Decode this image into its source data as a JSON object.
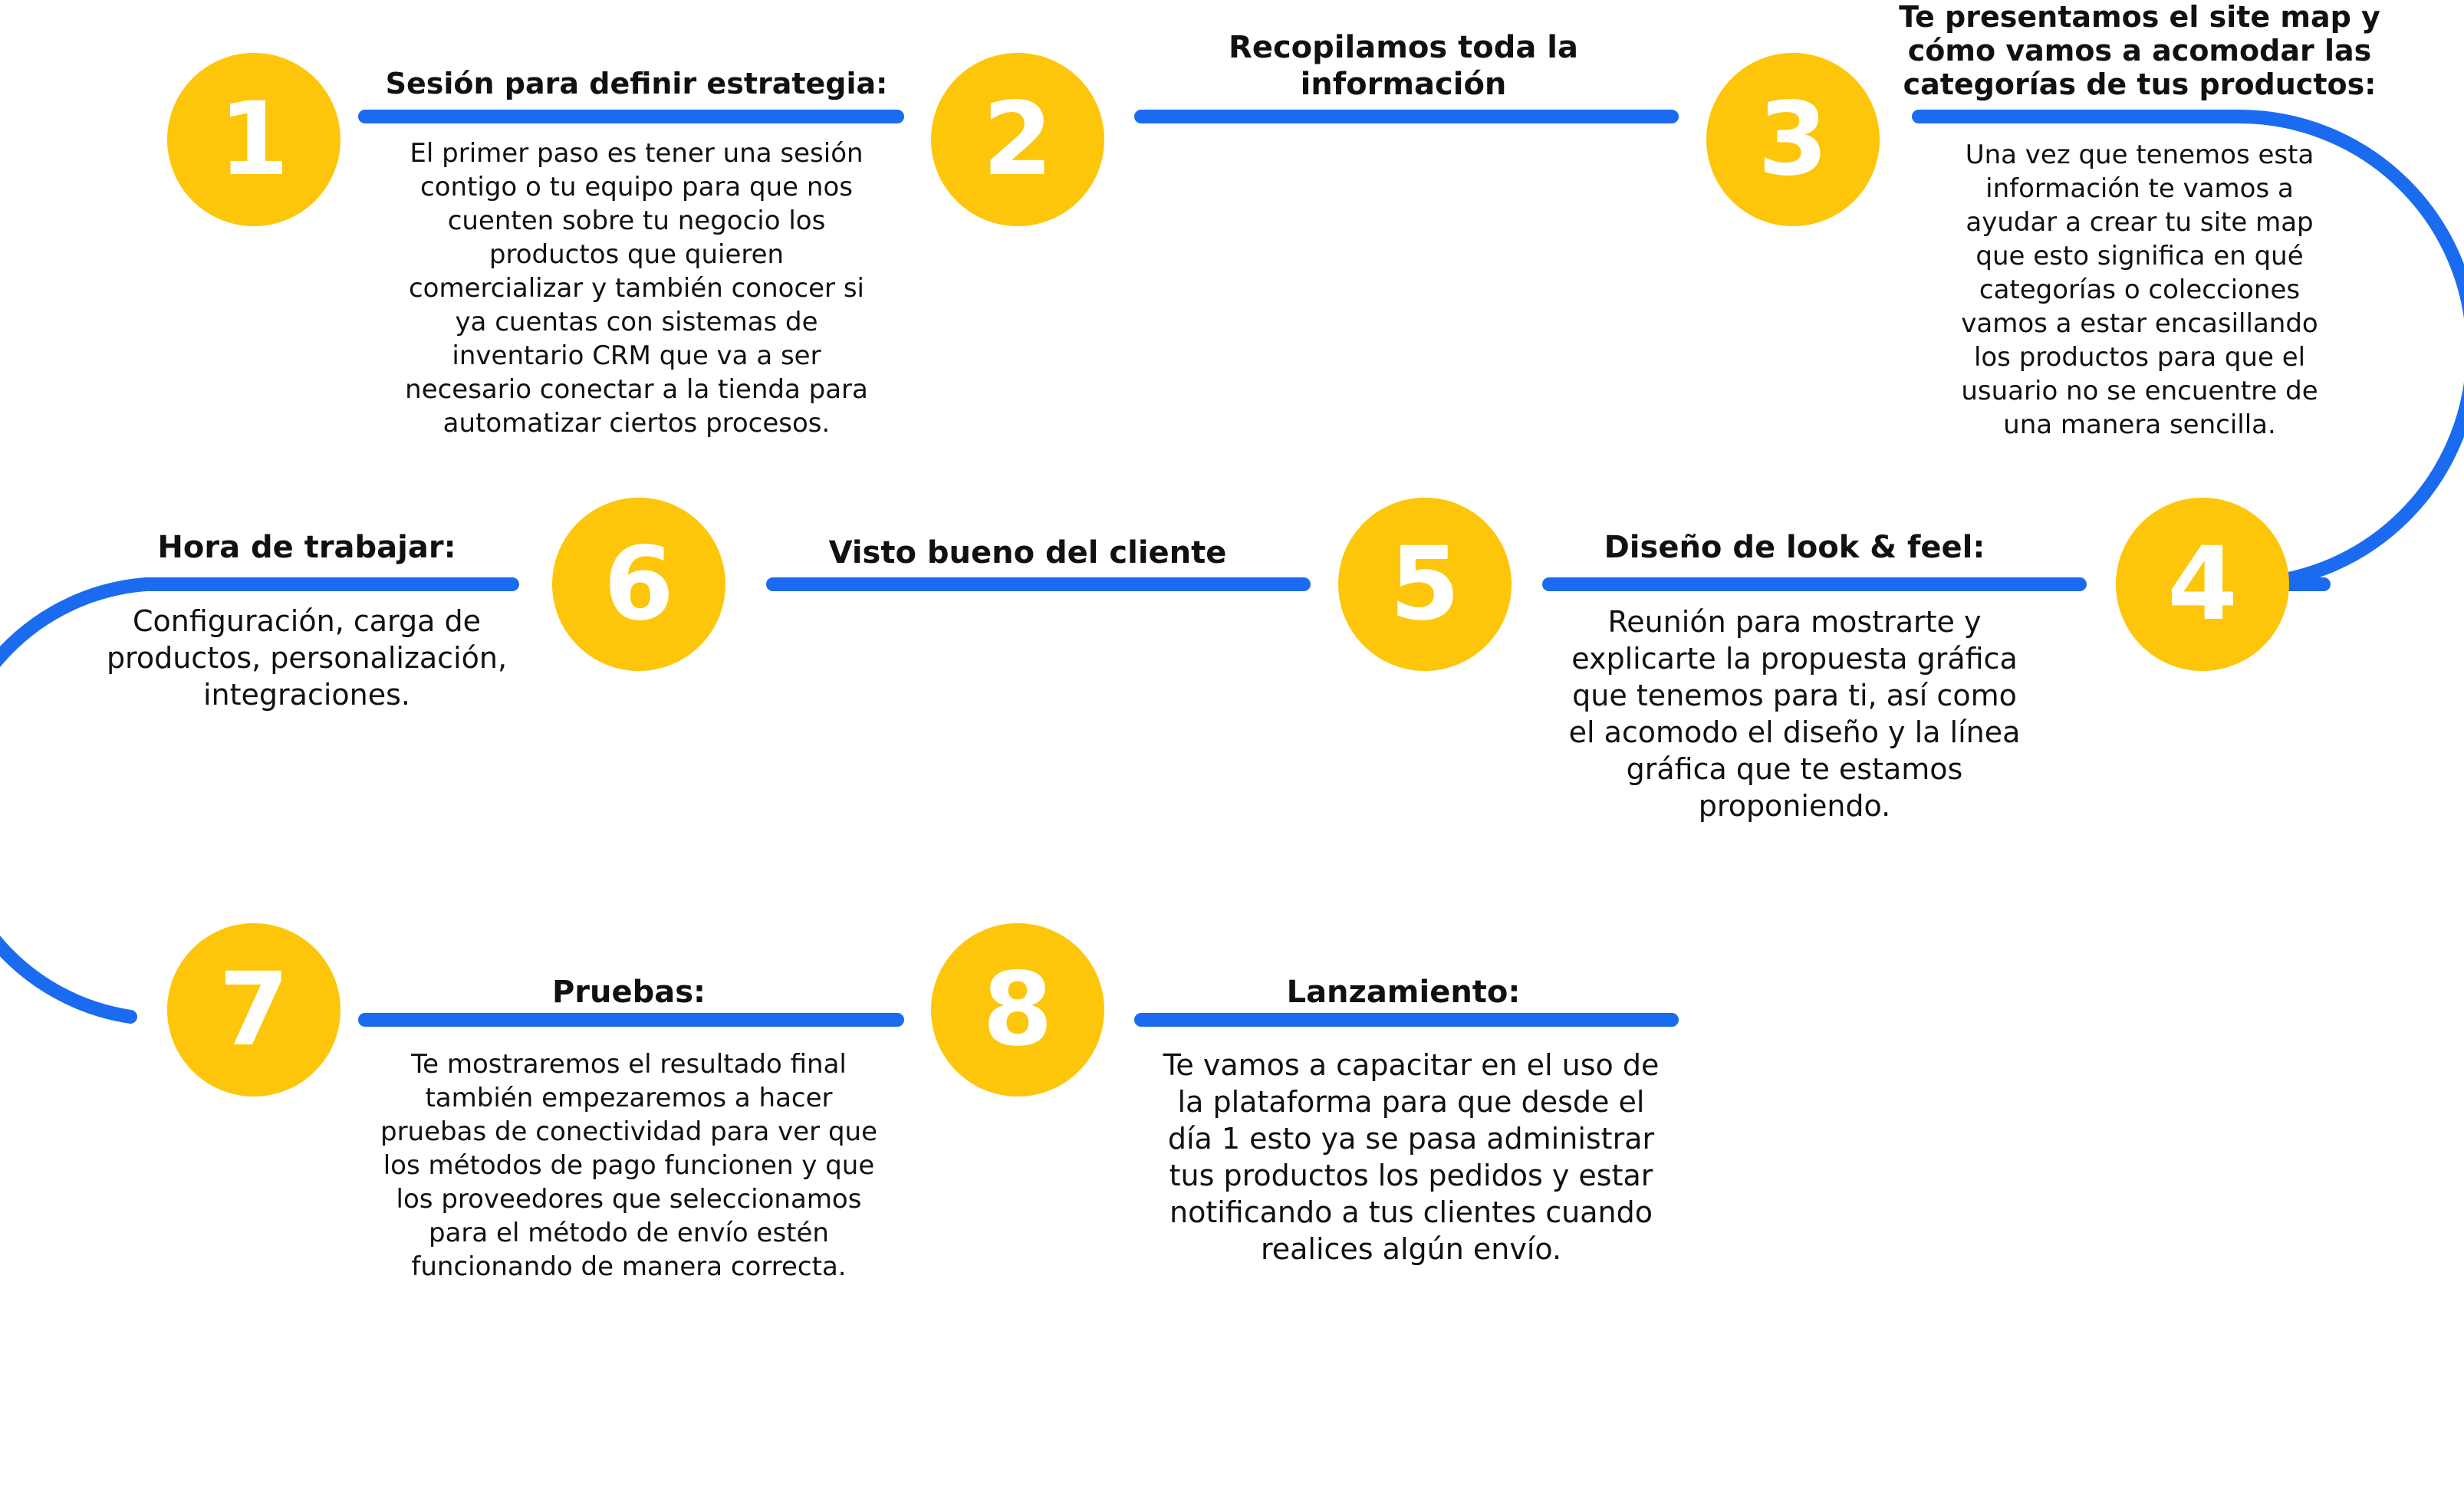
{
  "colors": {
    "circle": "#FEC60A",
    "number": "#FFFFFF",
    "connector": "#1A6BF0",
    "text": "#111111"
  },
  "steps": [
    {
      "number": "1",
      "title": "Sesión para definir estrategia:",
      "description": "El primer paso es tener una sesión\ncontigo o tu equipo para que nos\ncuenten sobre tu negocio los\nproductos que quieren\ncomercializar y también conocer si\nya cuentas con sistemas de\ninventario CRM que va a ser\nnecesario conectar a la tienda para\nautomatizar ciertos procesos."
    },
    {
      "number": "2",
      "title": "Recopilamos toda la\ninformación",
      "description": ""
    },
    {
      "number": "3",
      "title": "Te presentamos el site map y\ncómo vamos a acomodar las\ncategorías de tus productos:",
      "description": "Una vez que tenemos esta\ninformación te vamos a\nayudar a crear tu site map\nque esto significa en qué\ncategorías o colecciones\nvamos a estar encasillando\nlos productos para que el\nusuario no se encuentre de\nuna manera sencilla."
    },
    {
      "number": "4",
      "title": "Diseño de look & feel:",
      "description": "Reunión para mostrarte y\nexplicarte la propuesta gráfica\nque tenemos para ti, así como\nel acomodo el diseño y la línea\ngráfica que te estamos\nproponiendo."
    },
    {
      "number": "5",
      "title": "Visto bueno del cliente",
      "description": ""
    },
    {
      "number": "6",
      "title": "Hora de trabajar:",
      "description": "Configuración, carga de\nproductos, personalización,\nintegraciones."
    },
    {
      "number": "7",
      "title": "Pruebas:",
      "description": "Te mostraremos el resultado final\ntambién empezaremos a hacer\npruebas de conectividad para ver que\nlos métodos de pago funcionen y que\nlos proveedores que seleccionamos\npara el método de envío estén\nfuncionando de manera correcta."
    },
    {
      "number": "8",
      "title": "Lanzamiento:",
      "description": "Te vamos a capacitar en el uso de\nla plataforma para que desde el\ndía 1 esto ya se pasa administrar\ntus productos los pedidos y estar\nnotificando a tus clientes cuando\nrealices algún envío."
    }
  ]
}
